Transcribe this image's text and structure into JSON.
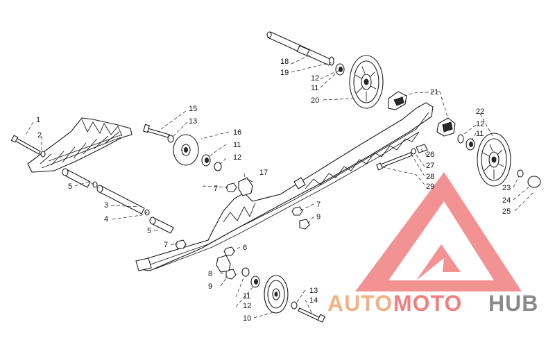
{
  "callouts": [
    "1",
    "2",
    "3",
    "4",
    "5",
    "5",
    "6",
    "7",
    "7",
    "7",
    "8",
    "9",
    "9",
    "10",
    "11",
    "11",
    "11",
    "11",
    "12",
    "12",
    "12",
    "12",
    "13",
    "13",
    "14",
    "15",
    "16",
    "17",
    "18",
    "19",
    "20",
    "21",
    "22",
    "23",
    "24",
    "25",
    "26",
    "27",
    "28",
    "29"
  ],
  "watermark": {
    "word_1": "AUTO",
    "word_2": "MOTO",
    "word_3": "HUB",
    "colors": {
      "auto": "#f4b183",
      "moto": "#f08080",
      "hub": "#8a8a8a",
      "triangle": "#f28080"
    }
  },
  "icons": [
    "idler-wheel",
    "shaft",
    "bolt",
    "washer",
    "bearing",
    "spacer",
    "nut",
    "bracket",
    "slide-rail-frame",
    "logo-triangle"
  ]
}
